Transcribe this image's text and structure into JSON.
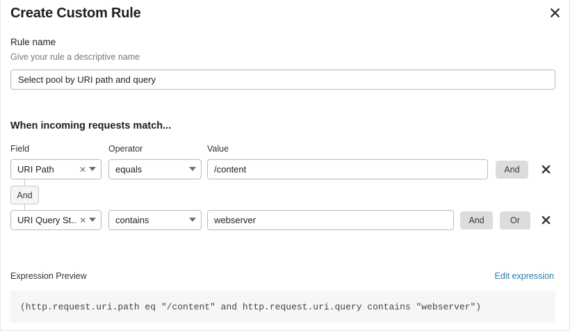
{
  "dialog": {
    "title": "Create Custom Rule",
    "close_icon": "close-icon"
  },
  "rule_name": {
    "label": "Rule name",
    "hint": "Give your rule a descriptive name",
    "value": "Select pool by URI path and query",
    "placeholder": "Enter rule name"
  },
  "conditions": {
    "heading": "When incoming requests match...",
    "columns": {
      "field": "Field",
      "operator": "Operator",
      "value": "Value"
    },
    "connector": {
      "label": "And"
    },
    "rows": [
      {
        "field": "URI Path",
        "operator": "equals",
        "value": "/content",
        "value_placeholder": "Enter value",
        "clear_icon": "clear-icon",
        "caret_icon": "chevron-down-icon",
        "remove_icon": "remove-condition-icon",
        "logic_buttons": [
          "And"
        ]
      },
      {
        "field": "URI Query St...",
        "operator": "contains",
        "value": "webserver",
        "value_placeholder": "Enter value",
        "clear_icon": "clear-icon",
        "caret_icon": "chevron-down-icon",
        "remove_icon": "remove-condition-icon",
        "logic_buttons": [
          "And",
          "Or"
        ]
      }
    ]
  },
  "expression": {
    "label": "Expression Preview",
    "edit_link": "Edit expression",
    "text": "(http.request.uri.path eq \"/content\" and http.request.uri.query contains \"webserver\")"
  },
  "colors": {
    "link": "#3079a8",
    "button_grey": "#dcdcdc",
    "border": "#b9b9b9",
    "preview_bg": "#f6f6f6"
  }
}
